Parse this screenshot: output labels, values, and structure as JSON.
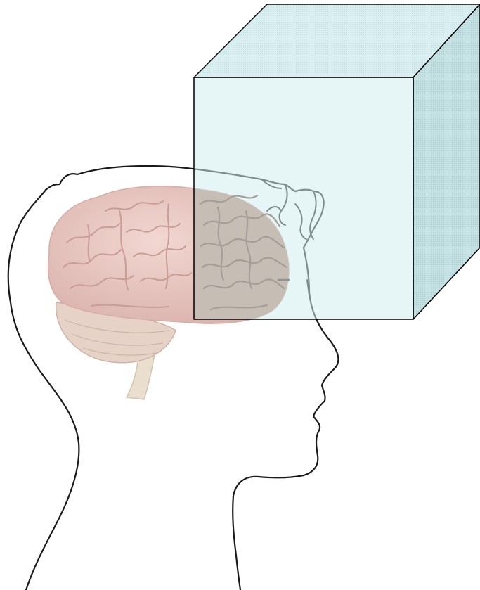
{
  "diagram": {
    "elements": [
      "head-silhouette",
      "brain",
      "frontal-lobe",
      "cube"
    ],
    "colors": {
      "background": "#ffffff",
      "outline": "#1a1a1a",
      "brain_fill": "#e9c9c4",
      "brain_gyri": "#c99c97",
      "frontal_lobe_fill": "#b9836f",
      "frontal_lobe_gyri": "#6f3e30",
      "cerebellum_fill": "#e6d2c6",
      "brainstem_fill": "#eadfcf",
      "cube_front_fill": "#d6eef0",
      "cube_top_fill": "#cfe9ec",
      "cube_side_fill": "#bcdde0"
    }
  }
}
